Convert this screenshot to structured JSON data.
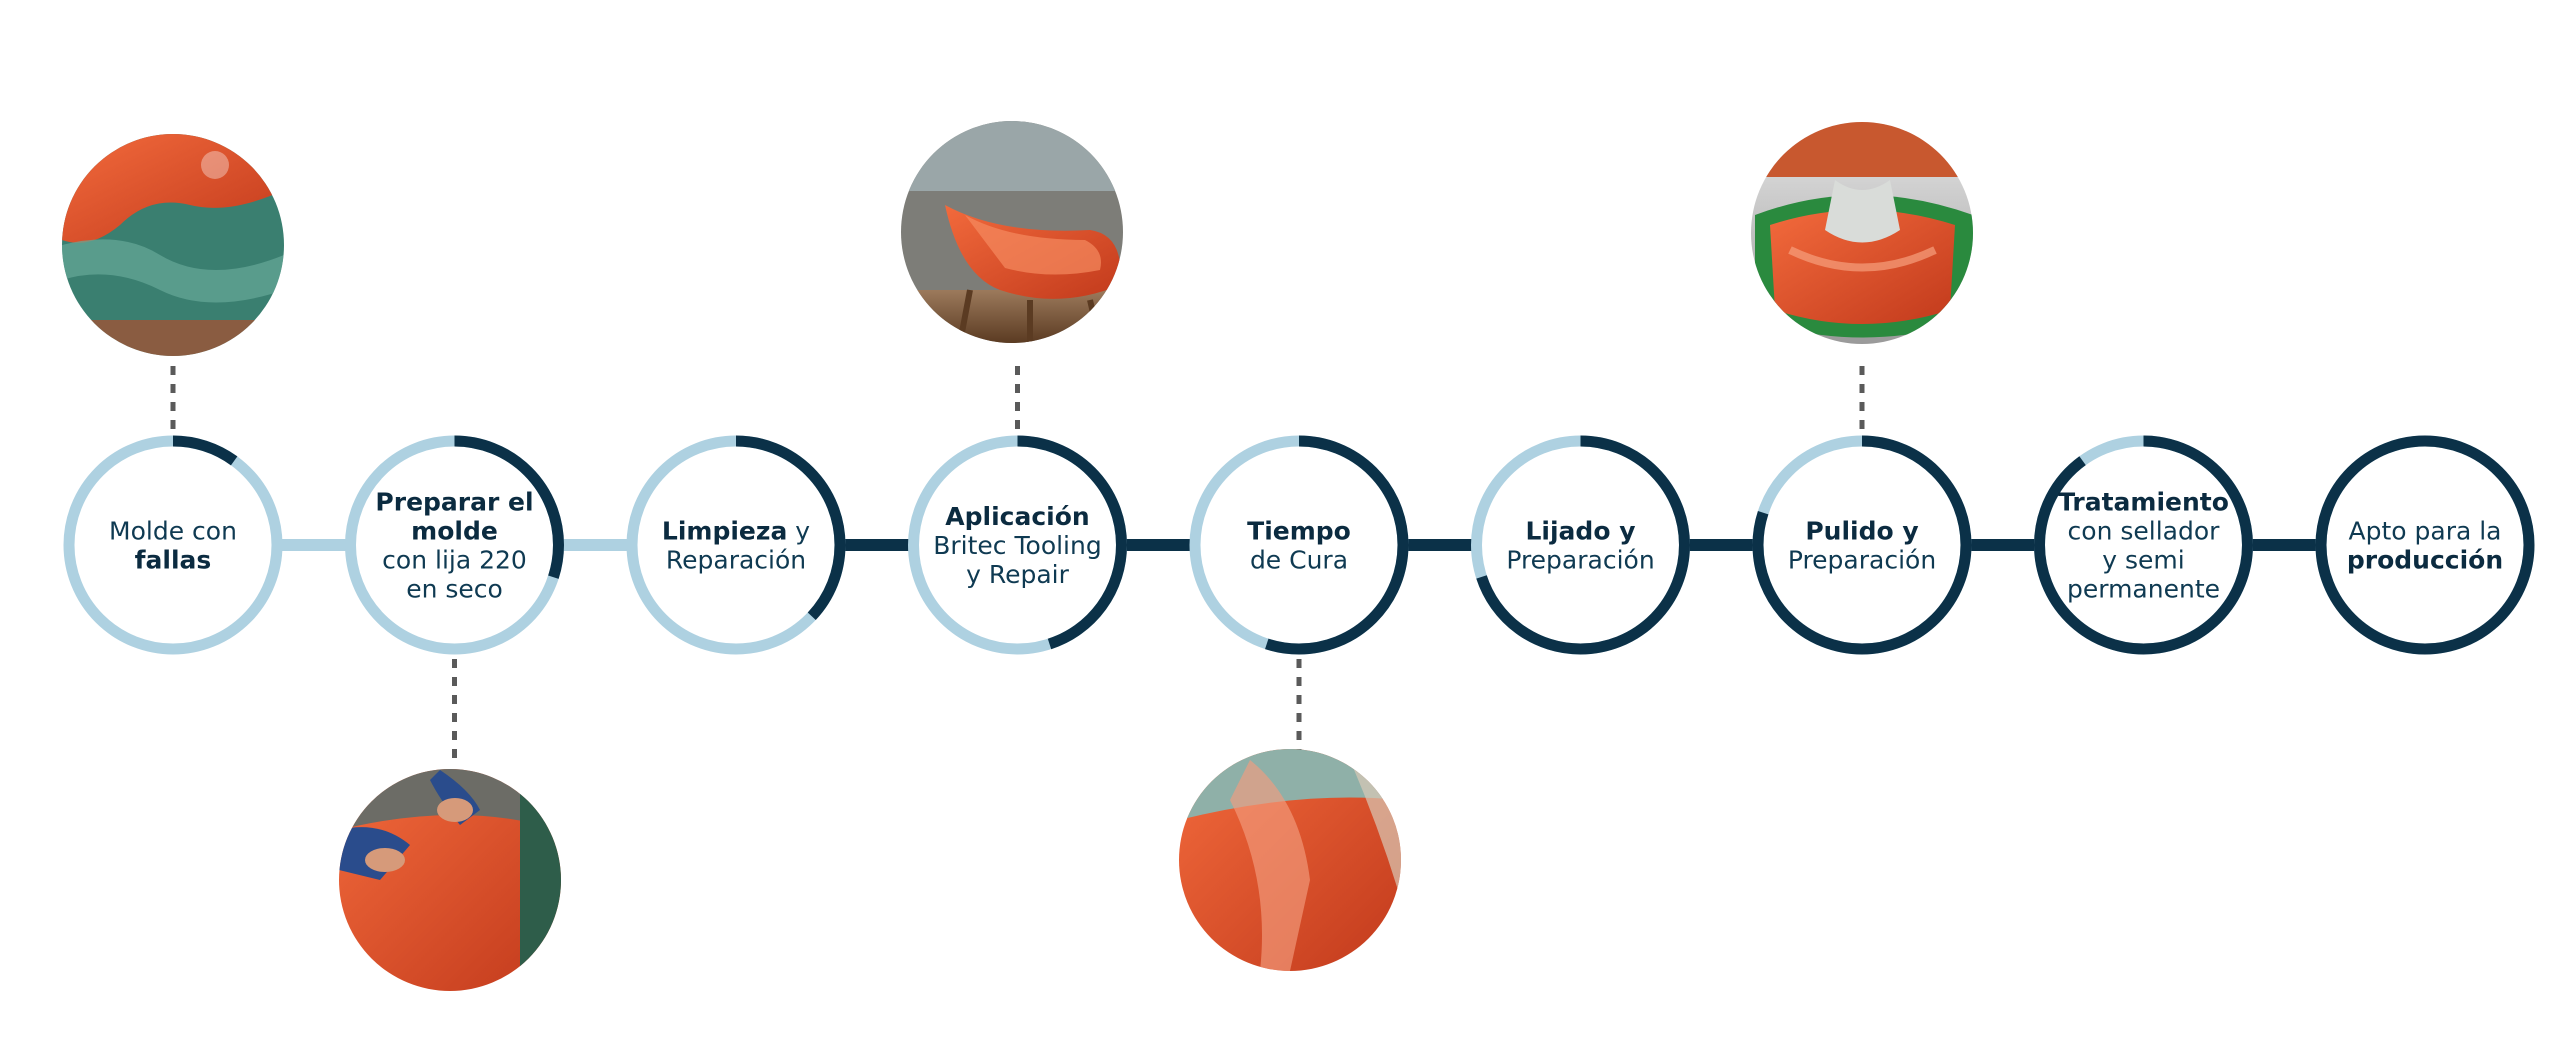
{
  "colors": {
    "dark": "#0b3148",
    "light": "#aed1e1",
    "connector_dash": "#5a5a5a",
    "text": "#0f3a52"
  },
  "steps": [
    {
      "id": "molde-fallas",
      "progress": 0.1,
      "photo": "top",
      "lines": [
        {
          "parts": [
            {
              "t": "Molde con",
              "b": false
            }
          ]
        },
        {
          "parts": [
            {
              "t": "fallas",
              "b": true
            }
          ]
        }
      ]
    },
    {
      "id": "preparar-molde",
      "progress": 0.3,
      "photo": "bottom",
      "lines": [
        {
          "parts": [
            {
              "t": "Preparar el",
              "b": true
            }
          ]
        },
        {
          "parts": [
            {
              "t": "molde",
              "b": true
            }
          ]
        },
        {
          "parts": [
            {
              "t": "con lija 220",
              "b": false
            }
          ]
        },
        {
          "parts": [
            {
              "t": "en seco",
              "b": false
            }
          ]
        }
      ]
    },
    {
      "id": "limpieza",
      "progress": 0.37,
      "photo": null,
      "lines": [
        {
          "parts": [
            {
              "t": "Limpieza",
              "b": true
            },
            {
              "t": " y",
              "b": false
            }
          ]
        },
        {
          "parts": [
            {
              "t": "Reparación",
              "b": false
            }
          ]
        }
      ]
    },
    {
      "id": "aplicacion",
      "progress": 0.45,
      "photo": "top",
      "lines": [
        {
          "parts": [
            {
              "t": "Aplicación",
              "b": true
            }
          ]
        },
        {
          "parts": [
            {
              "t": "Britec Tooling",
              "b": false
            }
          ]
        },
        {
          "parts": [
            {
              "t": "y Repair",
              "b": false
            }
          ]
        }
      ]
    },
    {
      "id": "tiempo-cura",
      "progress": 0.55,
      "photo": "bottom",
      "lines": [
        {
          "parts": [
            {
              "t": "Tiempo",
              "b": true
            }
          ]
        },
        {
          "parts": [
            {
              "t": "de Cura",
              "b": false
            }
          ]
        }
      ]
    },
    {
      "id": "lijado",
      "progress": 0.7,
      "photo": null,
      "lines": [
        {
          "parts": [
            {
              "t": "Lijado y",
              "b": true
            }
          ]
        },
        {
          "parts": [
            {
              "t": "Preparación",
              "b": false
            }
          ]
        }
      ]
    },
    {
      "id": "pulido",
      "progress": 0.8,
      "photo": "top",
      "lines": [
        {
          "parts": [
            {
              "t": "Pulido y",
              "b": true
            }
          ]
        },
        {
          "parts": [
            {
              "t": "Preparación",
              "b": false
            }
          ]
        }
      ]
    },
    {
      "id": "tratamiento",
      "progress": 0.9,
      "photo": null,
      "lines": [
        {
          "parts": [
            {
              "t": "Tratamiento",
              "b": true
            }
          ]
        },
        {
          "parts": [
            {
              "t": "con sellador",
              "b": false
            }
          ]
        },
        {
          "parts": [
            {
              "t": "y semi",
              "b": false
            }
          ]
        },
        {
          "parts": [
            {
              "t": "permanente",
              "b": false
            }
          ]
        }
      ]
    },
    {
      "id": "apto-produccion",
      "progress": 1.0,
      "photo": null,
      "lines": [
        {
          "parts": [
            {
              "t": "Apto para la",
              "b": false
            }
          ]
        },
        {
          "parts": [
            {
              "t": "producción",
              "b": true
            }
          ]
        }
      ]
    }
  ]
}
